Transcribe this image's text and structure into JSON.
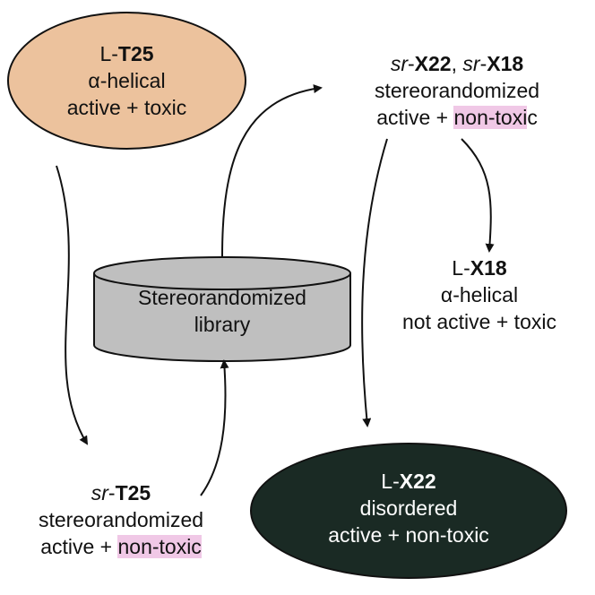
{
  "colors": {
    "t25_fill": "#ecc29d",
    "x22_fill": "#1a2a24",
    "library_fill": "#bfbfbf",
    "highlight": "#f0c8e6",
    "arrow": "#111111"
  },
  "nodes": {
    "lt25": {
      "prefix": "L-",
      "name": "T25",
      "line2": "α-helical",
      "line3": "active + toxic"
    },
    "srx": {
      "prefix1": "sr",
      "sep1": "-",
      "name1": "X22",
      "comma": ", ",
      "prefix2": "sr",
      "sep2": "-",
      "name2": "X18",
      "line2": "stereorandomized",
      "line3_pre": "active + ",
      "line3_hl": "non-toxi",
      "line3_post": "c"
    },
    "lx18": {
      "prefix": "L-",
      "name": "X18",
      "line2": "α-helical",
      "line3": "not active + toxic"
    },
    "lx22": {
      "prefix": "L-",
      "name": "X22",
      "line2": "disordered",
      "line3": "active + non-toxic"
    },
    "srt25": {
      "prefix": "sr",
      "sep": "-",
      "name": "T25",
      "line2": "stereorandomized",
      "line3_pre": "active + ",
      "line3_hl": "non-toxic"
    },
    "library": {
      "line1": "Stereorandomized",
      "line2": "library"
    }
  }
}
